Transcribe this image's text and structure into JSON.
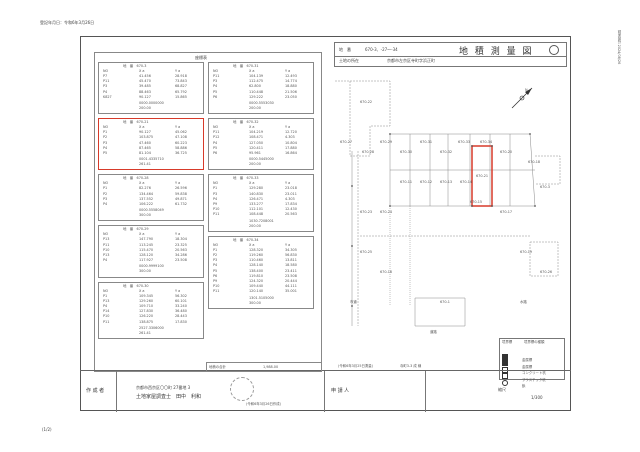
{
  "header": {
    "stamp_text": "登記年月日：令和6年3月26日",
    "side_text": "請求部分 2024/08/26"
  },
  "footer": {
    "page": "(1/2)"
  },
  "title_box": {
    "chiban_label": "地　番",
    "chiban_value": "670-3、-27〜-34",
    "title": "地 積 測 量 図",
    "location_label": "土地の所在",
    "location_value": "京都市左京区寺町字浜正町"
  },
  "coord_tables": {
    "header": "座標表",
    "col_headers": [
      "NO",
      "X a",
      "Y a"
    ],
    "tables": [
      {
        "label": "地　番　670-3",
        "highlighted": false,
        "rows": [
          [
            "P7",
            "41.456",
            "28.918"
          ],
          [
            "P11",
            "45.470",
            "73.843"
          ],
          [
            "P3",
            "39.485",
            "68.827"
          ],
          [
            "P4",
            "88.463",
            "65.792"
          ],
          [
            "K827",
            "90.127",
            "15.865"
          ]
        ],
        "area": "0000.0000000",
        "total": "200.00"
      },
      {
        "label": "地　番　670-21",
        "highlighted": true,
        "rows": [
          [
            "P1",
            "90.127",
            "45.062"
          ],
          [
            "P2",
            "103.875",
            "47.108"
          ],
          [
            "P3",
            "47.460",
            "60.223"
          ],
          [
            "P4",
            "87.465",
            "58.886"
          ],
          [
            "P5",
            "81.104",
            "36.725"
          ]
        ],
        "area": "0001.4335710",
        "total": "261.41"
      },
      {
        "label": "地　番　670-28",
        "highlighted": false,
        "rows": [
          [
            "P1",
            "82.276",
            "26.596"
          ],
          [
            "P2",
            "134.464",
            "59.838"
          ],
          [
            "P3",
            "137.552",
            "49.871"
          ],
          [
            "P4",
            "106.222",
            "61.732"
          ]
        ],
        "area": "0000.5558049",
        "total": "300.00"
      },
      {
        "label": "地　番　670-29",
        "highlighted": false,
        "rows": [
          [
            "P13",
            "147.790",
            "18.304"
          ],
          [
            "P11",
            "113.245",
            "23.325"
          ],
          [
            "P10",
            "115.470",
            "20.563"
          ],
          [
            "P13",
            "128.120",
            "34.286"
          ],
          [
            "P4",
            "117.927",
            "23.508"
          ]
        ],
        "area": "0000.9999100",
        "total": "300.00"
      },
      {
        "label": "地　番　670-30",
        "highlighted": false,
        "rows": [
          [
            "P1",
            "109.345",
            "56.302"
          ],
          [
            "P13",
            "129.260",
            "60.101"
          ],
          [
            "P4",
            "109.710",
            "33.240"
          ],
          [
            "P14",
            "127.830",
            "36.480"
          ],
          [
            "P10",
            "126.220",
            "28.443"
          ],
          [
            "P11",
            "138.875",
            "17.830"
          ]
        ],
        "area": "2527.3306000",
        "total": "261.41"
      },
      {
        "label": "地　番　670-31",
        "highlighted": false,
        "rows": [
          [
            "P11",
            "104.139",
            "12.493"
          ],
          [
            "P3",
            "112.475",
            "14.774"
          ],
          [
            "P4",
            "62.800",
            "18.880"
          ],
          [
            "P5",
            "110.448",
            "21.506"
          ],
          [
            "P6",
            "129.222",
            "23.050"
          ]
        ],
        "area": "0000.5553030",
        "total": "200.00"
      },
      {
        "label": "地　番　670-32",
        "highlighted": false,
        "rows": [
          [
            "P11",
            "104.219",
            "12.720"
          ],
          [
            "P12",
            "108.471",
            "4.303"
          ],
          [
            "P4",
            "127.050",
            "10.804"
          ],
          [
            "P5",
            "120.411",
            "17.880"
          ],
          [
            "P6",
            "95.961",
            "16.864"
          ]
        ],
        "area": "0000.5445000",
        "total": "200.00"
      },
      {
        "label": "地　番　670-33",
        "highlighted": false,
        "rows": [
          [
            "P1",
            "129.280",
            "23.018"
          ],
          [
            "P3",
            "140.830",
            "23.011"
          ],
          [
            "P4",
            "126.471",
            "4.303"
          ],
          [
            "P9",
            "133.277",
            "17.834"
          ],
          [
            "P10",
            "112.101",
            "12.430"
          ],
          [
            "P11",
            "108.448",
            "20.563"
          ]
        ],
        "area": "1030.7208001",
        "total": "200.00"
      },
      {
        "label": "地　番　670-34",
        "highlighted": false,
        "rows": [
          [
            "P1",
            "128.320",
            "34.305"
          ],
          [
            "P2",
            "119.260",
            "56.830"
          ],
          [
            "P3",
            "110.460",
            "13.811"
          ],
          [
            "P4",
            "128.140",
            "18.580"
          ],
          [
            "P5",
            "138.400",
            "23.411"
          ],
          [
            "P6",
            "119.810",
            "23.508"
          ],
          [
            "P9",
            "124.320",
            "20.444"
          ],
          [
            "P10",
            "109.440",
            "44.111"
          ],
          [
            "P11",
            "120.140",
            "35.001"
          ]
        ],
        "area": "1301.5105000",
        "total": "300.00"
      }
    ]
  },
  "bottom": {
    "creator_label": "作 成 者",
    "creator_address": "京都市西京区〇〇町 27番地 3",
    "creator_name": "土地家屋調査士　田中　利和",
    "creator_reg": "(令和6年3月26日作成)",
    "applicant_label": "申 請 人",
    "scale_label": "縮尺",
    "scale_value": "1/300",
    "total_area_label": "地積の合計",
    "total_area_value": "1,988.00",
    "survey_date": "(令和6年3月25日測量)",
    "survey_note": "寺町3-3 成 線"
  },
  "legend": {
    "title_left": "境界標",
    "title_right": "境界標の種類",
    "items": [
      "金属標",
      "金属標",
      "コンクリート杭",
      "プラスチック杭",
      "鋲"
    ]
  },
  "map": {
    "north": "N",
    "parcels": [
      "670-27",
      "670-28",
      "670-29",
      "670-30",
      "670-31",
      "670-32",
      "670-33",
      "670-34",
      "670-21",
      "670-20",
      "670-17",
      "670-18",
      "670-3",
      "670-22",
      "670-23",
      "670-24",
      "670-11",
      "670-12",
      "670-13",
      "670-14",
      "670-15",
      "670-16",
      "670-1",
      "670-19",
      "670-25",
      "670-26"
    ],
    "road_labels": [
      "市道",
      "道路",
      "水路"
    ]
  }
}
